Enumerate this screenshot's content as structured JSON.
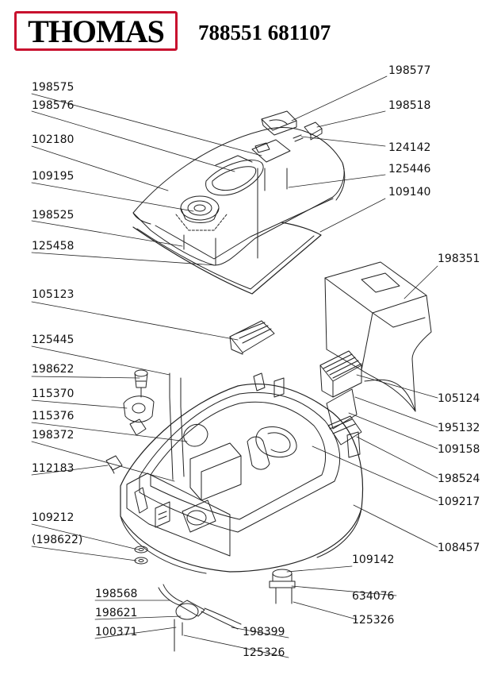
{
  "header": {
    "brand": "THOMAS",
    "model_numbers": "788551 681107"
  },
  "colors": {
    "brand_red": "#c8102e",
    "line": "#222222"
  },
  "labels": {
    "l198577": "198577",
    "l198575": "198575",
    "l198576": "198576",
    "l198518": "198518",
    "l102180": "102180",
    "l124142": "124142",
    "l109195": "109195",
    "l125446": "125446",
    "l109140": "109140",
    "l198525": "198525",
    "l125458": "125458",
    "l198351": "198351",
    "l105123": "105123",
    "l125445": "125445",
    "l198622": "198622",
    "l115370": "115370",
    "l105124": "105124",
    "l115376": "115376",
    "l195132": "195132",
    "l198372": "198372",
    "l109158": "109158",
    "l112183": "112183",
    "l198524": "198524",
    "l109217": "109217",
    "l109212": "109212",
    "l108457": "108457",
    "l198622b": "(198622)",
    "l109142": "109142",
    "l198568": "198568",
    "l634076": "634076",
    "l198621": "198621",
    "l125326a": "125326",
    "l100371": "100371",
    "l198399": "198399",
    "l125326b": "125326"
  }
}
